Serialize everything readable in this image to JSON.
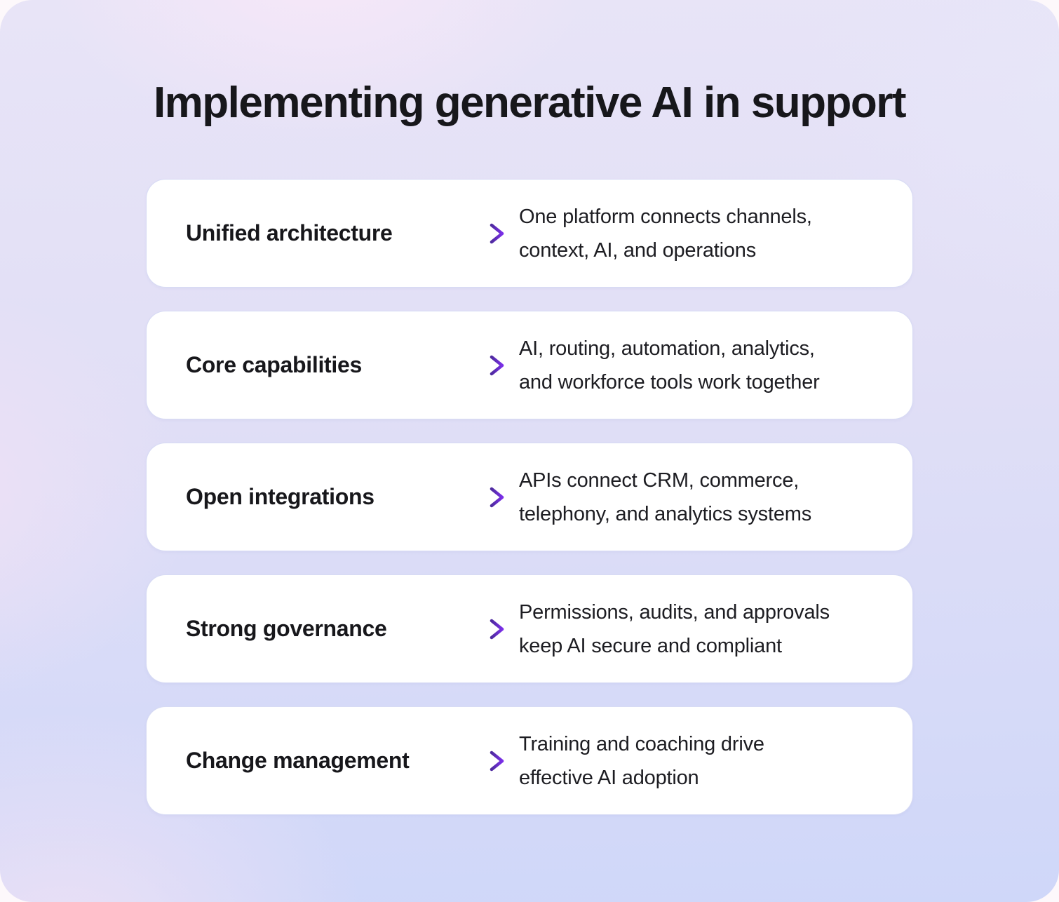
{
  "page": {
    "title": "Implementing generative AI in support"
  },
  "colors": {
    "panel_top": "#E8E4F7",
    "panel_bottom": "#CFD7F9",
    "pink_glow": "#F8E8F8",
    "card_background": "#FFFFFF",
    "card_border": "#C9CFF0",
    "text_primary": "#17171B",
    "text_secondary": "#1D1D22",
    "arrow_gradient_start": "#4E2B9E",
    "arrow_gradient_end": "#7B2FE8"
  },
  "icons": {
    "arrow": "arrow-right-icon"
  },
  "cards": [
    {
      "title": "Unified architecture",
      "description": "One platform connects channels,\ncontext, AI, and operations"
    },
    {
      "title": "Core capabilities",
      "description": "AI, routing, automation, analytics,\nand workforce tools work together"
    },
    {
      "title": "Open integrations",
      "description": "APIs connect CRM, commerce,\ntelephony, and analytics systems"
    },
    {
      "title": "Strong governance",
      "description": "Permissions, audits, and approvals\nkeep AI secure and compliant"
    },
    {
      "title": "Change management",
      "description": "Training and coaching drive\neffective AI adoption"
    }
  ]
}
